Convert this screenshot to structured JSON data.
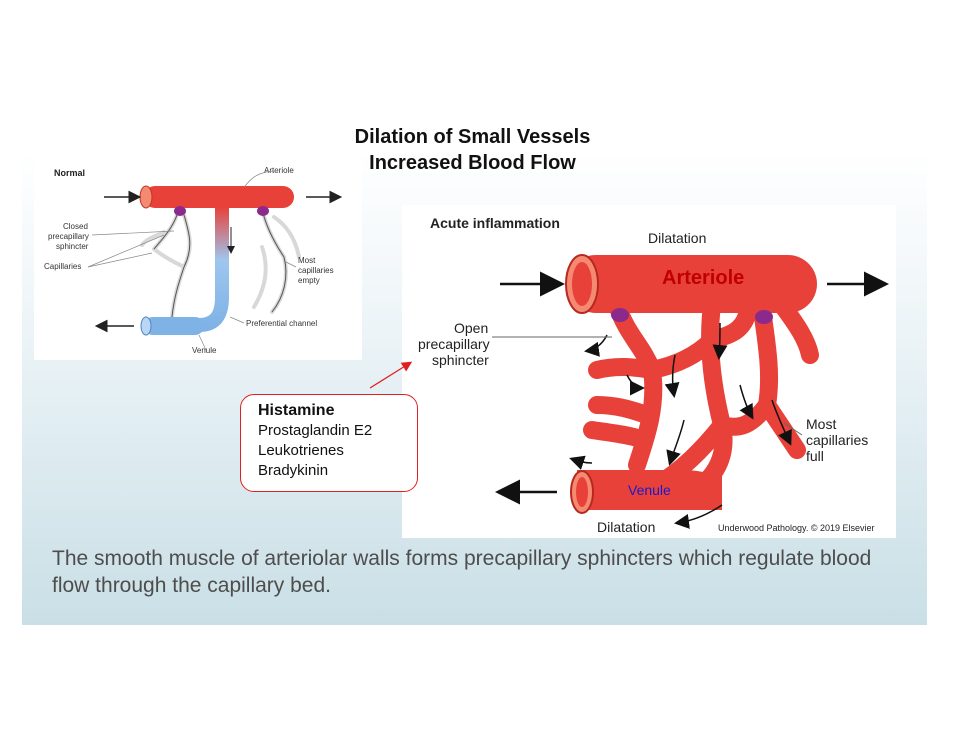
{
  "title": {
    "line1": "Dilation of Small Vessels",
    "line2": "Increased Blood Flow"
  },
  "normal_panel": {
    "heading": "Normal",
    "labels": {
      "arteriole": "Arteriole",
      "closed": [
        "Closed",
        "precapillary",
        "sphincter"
      ],
      "capillaries": "Capillaries",
      "most_empty": [
        "Most",
        "capillaries",
        "empty"
      ],
      "preferential": "Preferential channel",
      "venule": "Venule"
    }
  },
  "inflamed_panel": {
    "heading": "Acute inflammation",
    "labels": {
      "dilatation_top": "Dilatation",
      "arteriole": "Arteriole",
      "open": [
        "Open",
        "precapillary",
        "sphincter"
      ],
      "most_full": [
        "Most",
        "capillaries",
        "full"
      ],
      "venule": "Venule",
      "dilatation_bottom": "Dilatation",
      "credit": "Underwood Pathology.  © 2019 Elsevier"
    }
  },
  "mediators": {
    "items": [
      "Histamine",
      "Prostaglandin E2",
      "Leukotrienes",
      "Bradykinin"
    ]
  },
  "caption": "The smooth muscle of arteriolar walls forms precapillary sphincters which regulate blood flow through the capillary bed.",
  "colors": {
    "vessel": "#e8413a",
    "vessel_light": "#f58a72",
    "venous": "#7fb3e6",
    "sphincter": "#8b2a8c",
    "callout_border": "#e02020"
  }
}
